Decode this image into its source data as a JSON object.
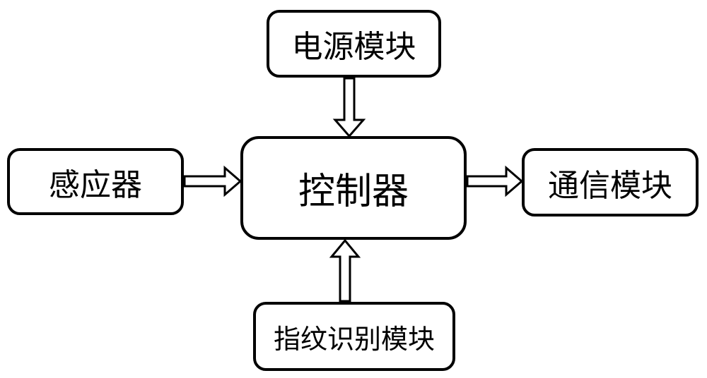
{
  "diagram": {
    "nodes": {
      "power": "电源模块",
      "sensor": "感应器",
      "controller": "控制器",
      "communication": "通信模块",
      "fingerprint": "指纹识别模块"
    },
    "edges": [
      {
        "from": "power",
        "to": "controller"
      },
      {
        "from": "sensor",
        "to": "controller"
      },
      {
        "from": "controller",
        "to": "communication"
      },
      {
        "from": "fingerprint",
        "to": "controller"
      }
    ]
  }
}
